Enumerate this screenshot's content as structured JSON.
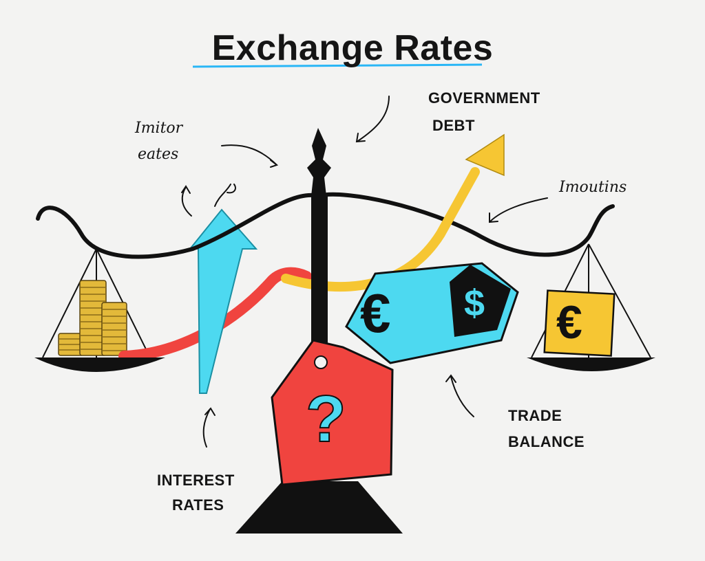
{
  "title": "Exchange Rates",
  "labels": {
    "top_left_line1": "Imitor",
    "top_left_line2": "eates",
    "government_line1": "GOVERNMENT",
    "government_line2": "DEBT",
    "right_line1": "Imoutins",
    "trade_line1": "TRADE",
    "trade_line2": "BALANCE",
    "interest_line1": "INTEREST",
    "interest_line2": "RATES"
  },
  "symbols": {
    "question": "?",
    "euro": "€",
    "dollar": "$",
    "euro_right": "€"
  },
  "colors": {
    "background": "#f3f3f2",
    "ink": "#111111",
    "accent_blue_underline": "#29b6f6",
    "cyan": "#4dd9f0",
    "red": "#f0443f",
    "yellow": "#f6c633",
    "coin_gold": "#e3b93a"
  },
  "icons": [
    "balance-scale-icon",
    "coin-stack-icon",
    "up-arrow-icon",
    "price-tag-icon",
    "euro-tag-icon",
    "euro-card-icon"
  ]
}
